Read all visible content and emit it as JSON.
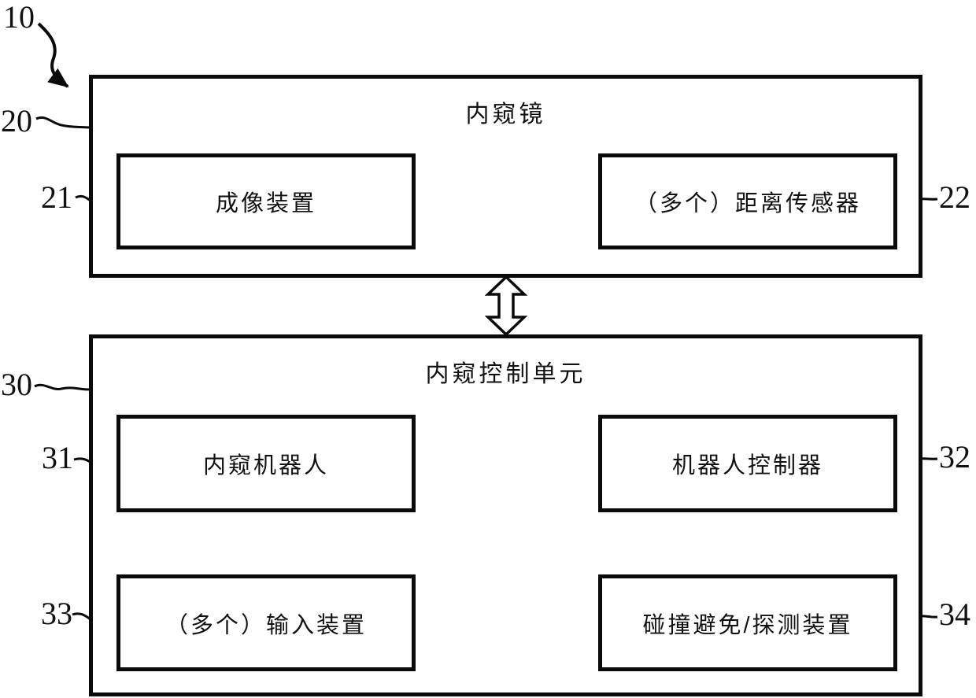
{
  "figure": {
    "system_ref": "10"
  },
  "endoscope": {
    "ref": "20",
    "title": "内窥镜",
    "imaging_device": {
      "ref": "21",
      "label": "成像装置"
    },
    "distance_sensor": {
      "ref": "22",
      "label": "（多个）距离传感器"
    }
  },
  "control_unit": {
    "ref": "30",
    "title": "内窥控制单元",
    "endoscopic_robot": {
      "ref": "31",
      "label": "内窥机器人"
    },
    "robot_controller": {
      "ref": "32",
      "label": "机器人控制器"
    },
    "input_device": {
      "ref": "33",
      "label": "（多个）输入装置"
    },
    "collision_device": {
      "ref": "34",
      "label": "碰撞避免/探测装置"
    }
  },
  "colors": {
    "line": "#0a0a0a",
    "background": "#ffffff"
  }
}
